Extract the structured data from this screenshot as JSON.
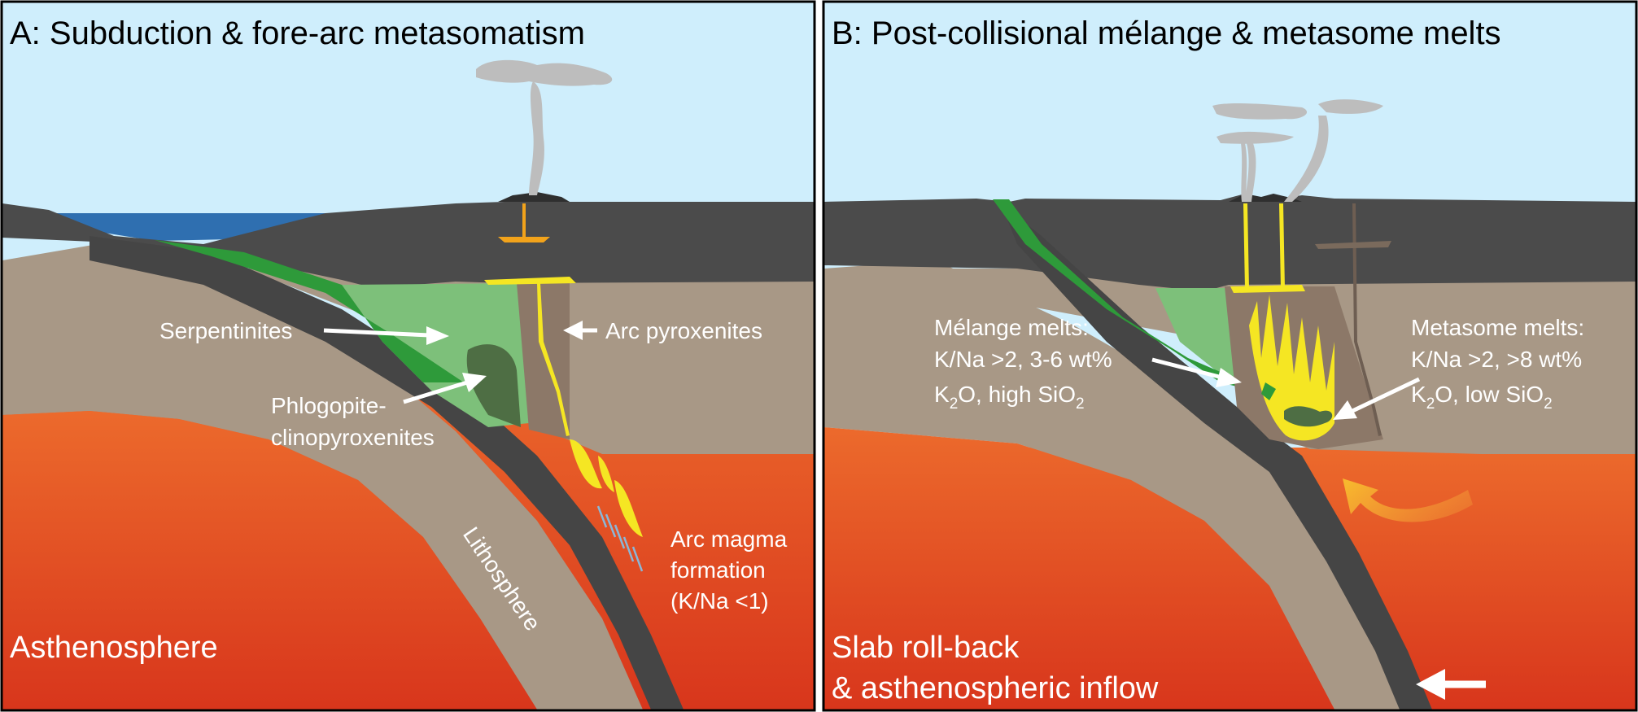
{
  "panels": [
    {
      "id": "A",
      "title": "A: Subduction & fore-arc metasomatism",
      "labels": {
        "serpentinites": "Serpentinites",
        "arc_pyroxenites": "Arc pyroxenites",
        "phlogopite_line1": "Phlogopite-",
        "phlogopite_line2": "clinopyroxenites",
        "lithosphere": "Lithosphere",
        "asthenosphere": "Asthenosphere",
        "arc_magma_line1": "Arc magma",
        "arc_magma_line2": "formation",
        "arc_magma_line3": "(K/Na <1)"
      }
    },
    {
      "id": "B",
      "title": "B: Post-collisional mélange & metasome melts",
      "labels": {
        "melange_line1": "Mélange melts:",
        "melange_line2": "K/Na >2, 3-6 wt%",
        "melange_line3_k": "K",
        "melange_line3_sub2": "2",
        "melange_line3_rest": "O, high SiO",
        "melange_line3_sub2b": "2",
        "metasome_line1": "Metasome melts:",
        "metasome_line2": "K/Na >2, >8 wt%",
        "metasome_line3_k": "K",
        "metasome_line3_sub2": "2",
        "metasome_line3_rest": "O, low SiO",
        "metasome_line3_sub2b": "2",
        "rollback_line1": "Slab roll-back",
        "rollback_line2": "& asthenospheric inflow"
      }
    }
  ],
  "colors": {
    "sky": "#cfeefc",
    "sea": "#2f6fb0",
    "crust": "#4a4a4a",
    "lithosphere": "#a89886",
    "asthenosphere_top": "#e8612a",
    "asthenosphere_bottom": "#dc3a1e",
    "slab": "#454545",
    "serpentinite": "#7dc07a",
    "serpentinite_edge": "#2e9a3a",
    "phlogopite": "#4e6e44",
    "magma": "#f5e623",
    "magma_orange": "#f2a31b",
    "volcano_column": "#8c7868",
    "smoke": "#bdbdbd",
    "label_text": "#ffffff",
    "title_text": "#000000"
  }
}
